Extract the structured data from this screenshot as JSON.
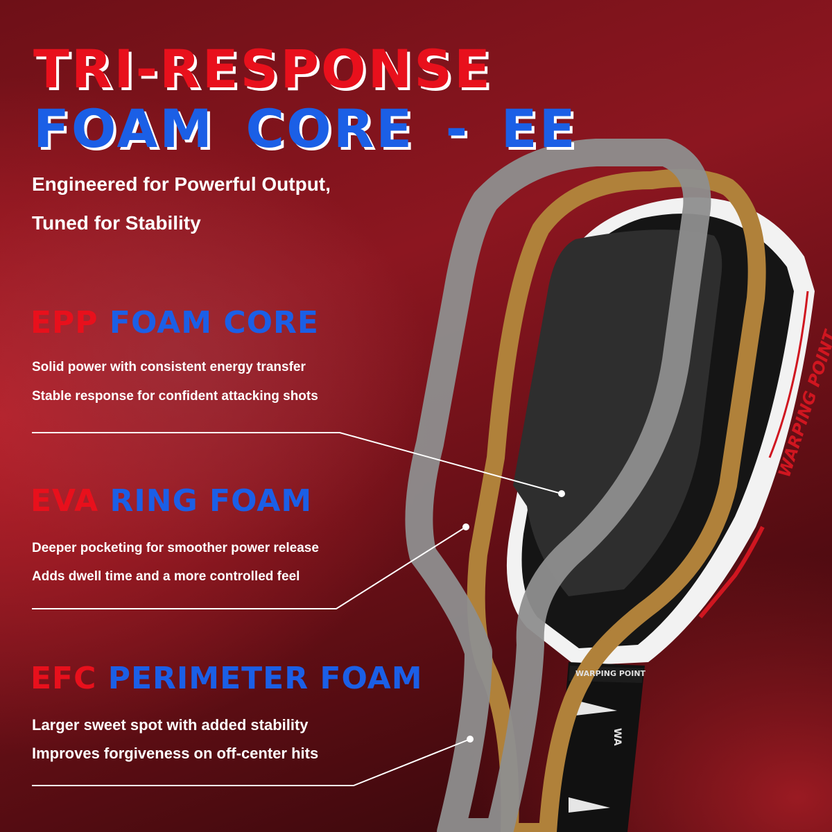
{
  "title": {
    "line1": "TRI-RESPONSE",
    "line2": "FOAM CORE - EE"
  },
  "tagline": {
    "line1": "Engineered for Powerful Output,",
    "line2": "Tuned for Stability"
  },
  "sections": [
    {
      "accent_word": "EPP",
      "rest": "FOAM CORE",
      "lines": [
        "Solid power with consistent energy transfer",
        "Stable response for confident attacking shots"
      ]
    },
    {
      "accent_word": "EVA",
      "rest": "RING FOAM",
      "lines": [
        "Deeper pocketing for smoother power release",
        "Adds dwell time and a more controlled feel"
      ]
    },
    {
      "accent_word": "EFC",
      "rest": "PERIMETER FOAM",
      "lines": [
        "Larger sweet spot with added stability",
        "Improves forgiveness on off-center hits"
      ]
    }
  ],
  "brand": {
    "edge_logo": "WARPING POINT",
    "handle_logo": "WARPING POINT",
    "handle_mark": "WA"
  },
  "colors": {
    "accent_red": "#e8101c",
    "accent_blue": "#1b5fe6",
    "ring_gray": "#8e8e8e",
    "ring_gold": "#b0813a",
    "core_black": "#2b2b2b"
  }
}
